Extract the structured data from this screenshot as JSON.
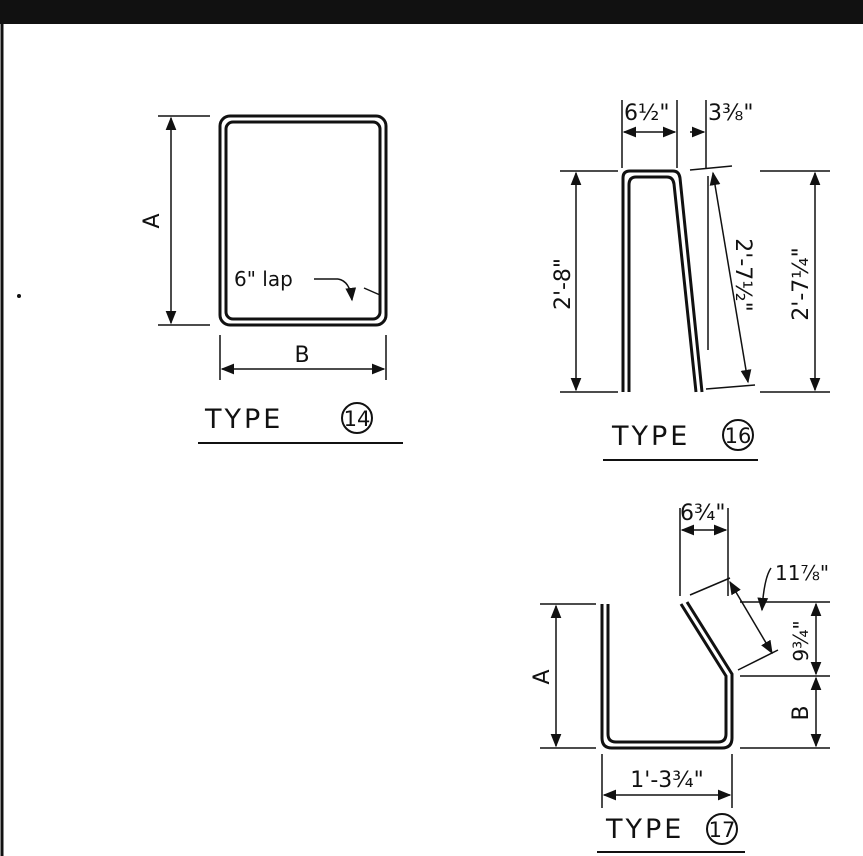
{
  "colors": {
    "ink": "#111111",
    "background": "#ffffff"
  },
  "type14": {
    "title": "TYPE",
    "number": "14",
    "label_a": "A",
    "label_b": "B",
    "lap_note": "6\" lap"
  },
  "type16": {
    "title": "TYPE",
    "number": "16",
    "dim_top_left": "6½\"",
    "dim_top_right": "3⅜\"",
    "dim_height_left": "2'-8\"",
    "dim_slant": "2'-7½\"",
    "dim_height_right": "2'-7¼\""
  },
  "type17": {
    "title": "TYPE",
    "number": "17",
    "dim_top": "6¾\"",
    "dim_diag": "11⅞\"",
    "dim_vert": "9¾\"",
    "label_a": "A",
    "label_b": "B",
    "dim_bottom": "1'-3¾\""
  }
}
